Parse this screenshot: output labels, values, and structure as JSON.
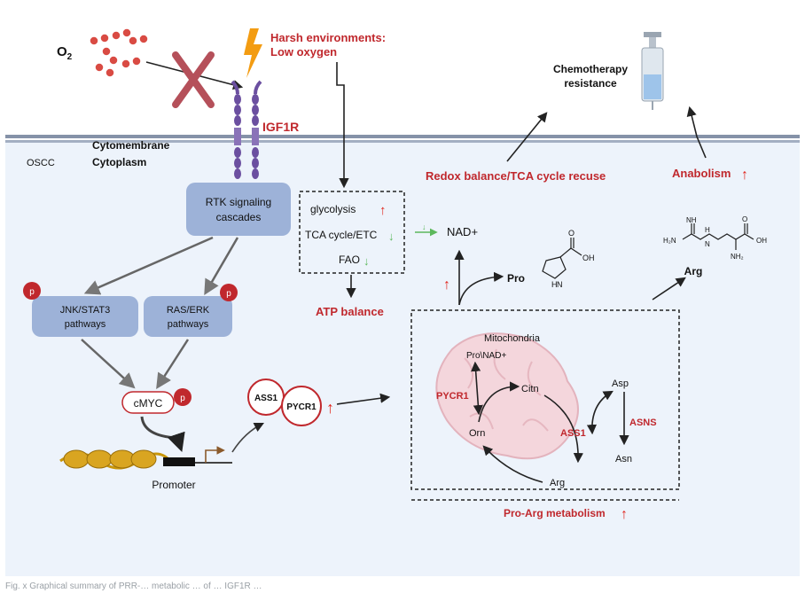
{
  "labels": {
    "o2": "O",
    "o2_sub": "2",
    "harsh_line1": "Harsh environments:",
    "harsh_line2": "Low oxygen",
    "igf1r": "IGF1R",
    "cytomembrane": "Cytomembrane",
    "cytoplasm": "Cytoplasm",
    "oscc": "OSCC",
    "rtk_line1": "RTK signaling",
    "rtk_line2": "cascades",
    "jnk_line1": "JNK/STAT3",
    "jnk_line2": "pathways",
    "ras_line1": "RAS/ERK",
    "ras_line2": "pathways",
    "p": "p",
    "cmyc": "cMYC",
    "promoter": "Promoter",
    "ass1": "ASS1",
    "pycr1": "PYCR1",
    "glycolysis": "glycolysis",
    "tca": "TCA cycle/ETC",
    "fao": "FAO",
    "atp": "ATP balance",
    "nad": "NAD+",
    "pro": "Pro",
    "redox": "Redox balance/TCA cycle recuse",
    "chemo_line1": "Chemotherapy",
    "chemo_line2": "resistance",
    "anabolism": "Anabolism",
    "arg": "Arg",
    "mitochondria": "Mitochondria",
    "pro_nad": "Pro\\NAD+",
    "pycr1_mito": "PYCR1",
    "citn": "Citn",
    "asp": "Asp",
    "asns": "ASNS",
    "ass1_mito": "ASS1",
    "orn": "Orn",
    "asn": "Asn",
    "arg_mito": "Arg",
    "pro_arg": "Pro-Arg metabolism",
    "chem_nh": "NH",
    "chem_h2n": "H₂N",
    "chem_n": "N",
    "chem_h": "H",
    "chem_o": "O",
    "chem_oh": "OH",
    "chem_nh2": "NH₂",
    "chem_h_pro": "H",
    "chem_n_pro": "N",
    "chem_o_pro": "O",
    "chem_oh_pro": "OH",
    "up_arrow": "↑",
    "down_arrow": "↓"
  },
  "caption": "Fig. x Graphical summary of PRR-… metabolic … of … IGF1R …",
  "colors": {
    "red_text": "#c0282d",
    "accent_red": "#e0261d",
    "green_arrow": "#5cb85c",
    "pathway_box": "#9db2d8",
    "cytoplasm_bg": "#edf3fb",
    "membrane": "#7a8aa3",
    "mito_fill": "#f4d6dc",
    "receptor_purple": "#6b4fa0",
    "p_circle": "#c0282d"
  }
}
